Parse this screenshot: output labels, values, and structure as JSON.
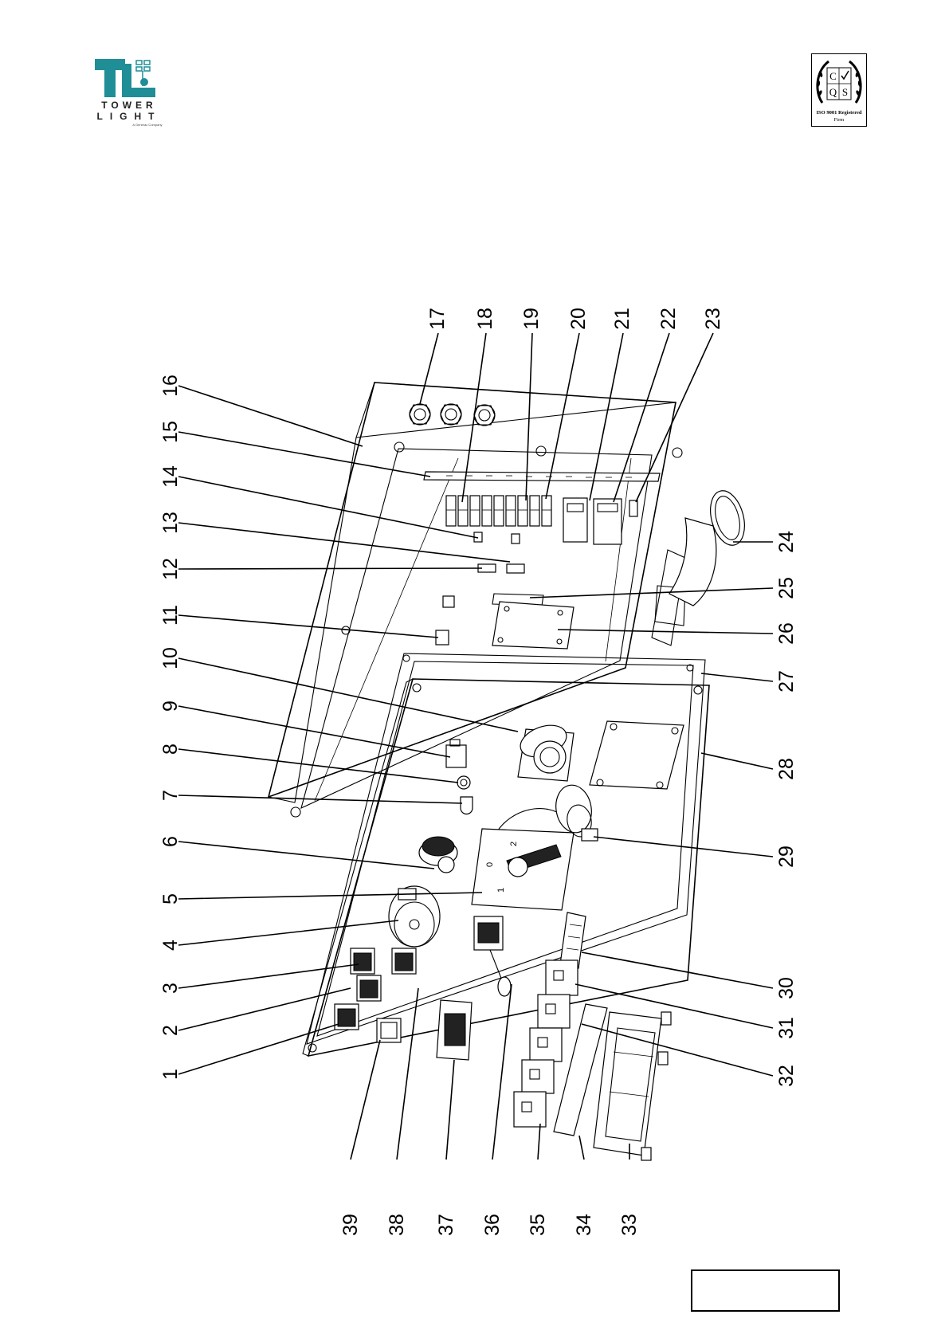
{
  "header": {
    "logo_line1": "TOWER",
    "logo_line2": "LIGHT",
    "logo_tagline": "A Generac Company",
    "cert_letters": [
      "C",
      "Q",
      "S"
    ],
    "cert_line1": "ISO 9001 Registered",
    "cert_line2": "Firm"
  },
  "colors": {
    "logo_teal": "#1f8e96",
    "line": "#000000"
  },
  "callouts": [
    "1",
    "2",
    "3",
    "4",
    "5",
    "6",
    "7",
    "8",
    "9",
    "10",
    "11",
    "12",
    "13",
    "14",
    "15",
    "16",
    "17",
    "18",
    "19",
    "20",
    "21",
    "22",
    "23",
    "24",
    "25",
    "26",
    "27",
    "28",
    "29",
    "30",
    "31",
    "32",
    "33",
    "34",
    "35",
    "36",
    "37",
    "38",
    "39"
  ],
  "footer": {
    "page_box": ""
  }
}
